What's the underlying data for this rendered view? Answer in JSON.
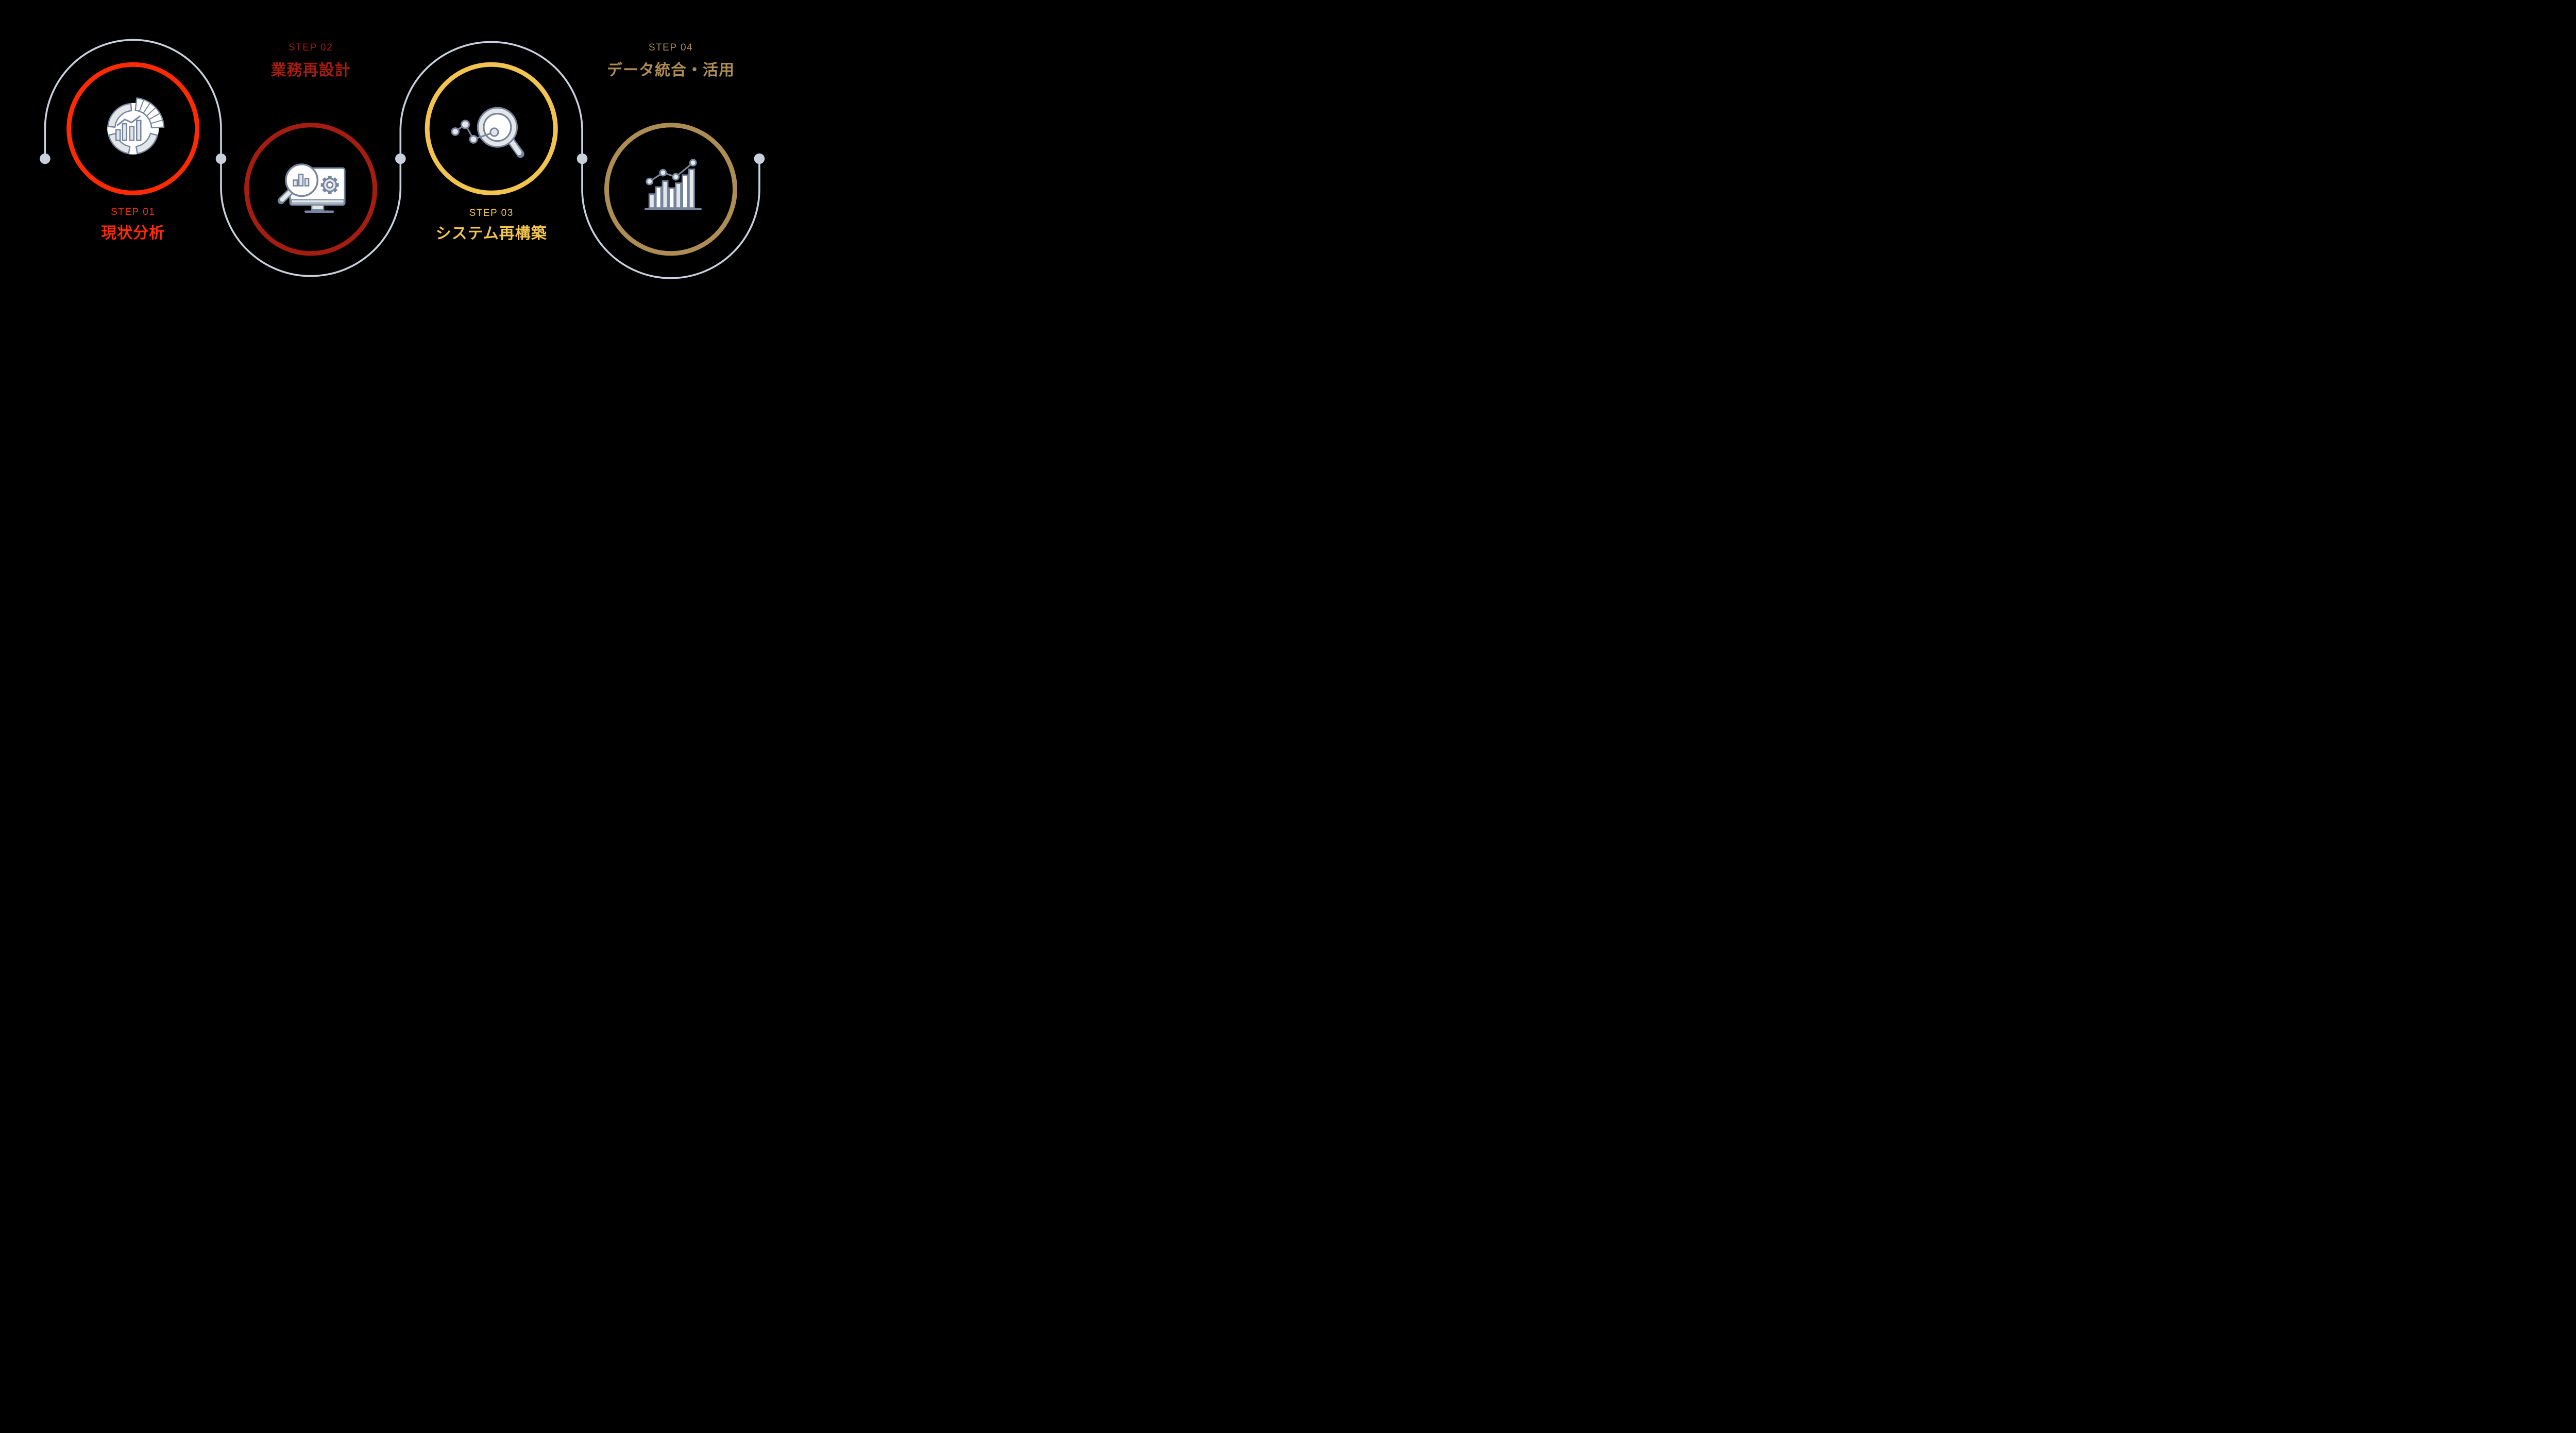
{
  "background": "#000000",
  "connector": {
    "color": "#C8D0DC",
    "dot_color": "#C8D0DC"
  },
  "icon_palette": {
    "outline": "#75859E",
    "fill_light": "#E5E6E8",
    "fill_white": "#FFFFFF"
  },
  "steps": [
    {
      "id": "01",
      "label": "STEP 01",
      "title": "現状分析",
      "color": "#FF2A00",
      "icon": "donut-gauge-analytics-icon",
      "label_position": "below"
    },
    {
      "id": "02",
      "label": "STEP 02",
      "title": "業務再設計",
      "color": "#A51D10",
      "icon": "monitor-magnifier-gear-icon",
      "label_position": "above"
    },
    {
      "id": "03",
      "label": "STEP 03",
      "title": "システム再構築",
      "color": "#F2C34D",
      "icon": "magnifier-node-graph-icon",
      "label_position": "below"
    },
    {
      "id": "04",
      "label": "STEP 04",
      "title": "データ統合・活用",
      "color": "#AE8D55",
      "icon": "rising-bar-chart-icon",
      "label_position": "above"
    }
  ]
}
